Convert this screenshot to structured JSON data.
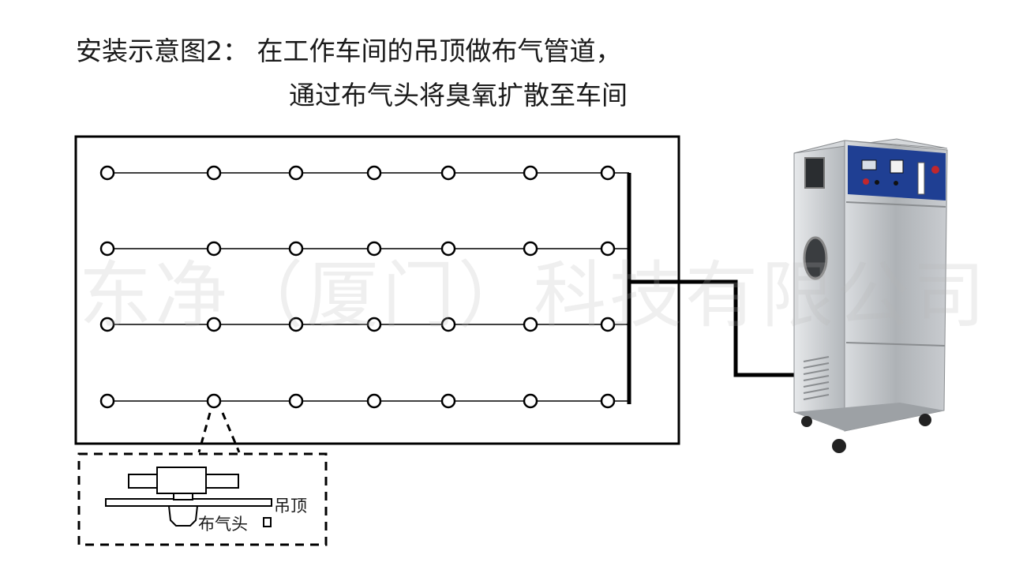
{
  "title": {
    "line1": "安装示意图2： 在工作车间的吊顶做布气管道，",
    "line2": "通过布气头将臭氧扩散至车间"
  },
  "detail": {
    "ceiling_label": "吊顶",
    "diffuser_label": "布气头"
  },
  "watermark": "东净（厦门）科技有限公司",
  "grid": {
    "rows": 4,
    "columns": 7
  },
  "colors": {
    "frame": "#000000",
    "pipe": "#000000",
    "machine_body": "#b9bcbf",
    "machine_panel": "#1f3f93",
    "background": "#ffffff"
  }
}
